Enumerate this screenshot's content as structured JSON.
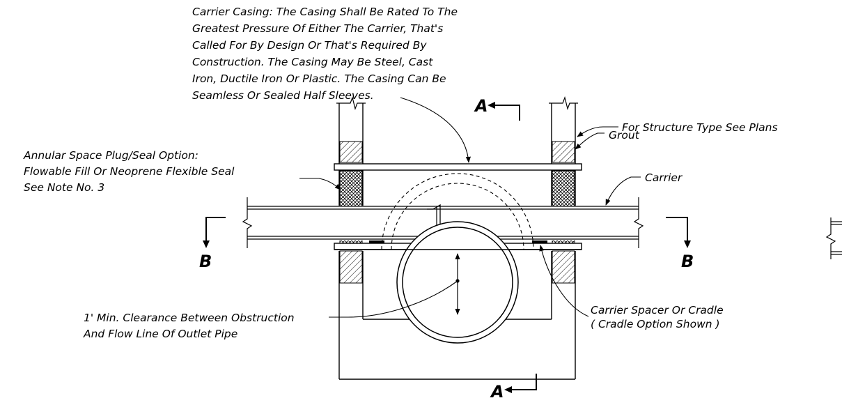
{
  "notes": {
    "carrier_casing": [
      "Carrier Casing: The Casing Shall Be Rated To The",
      "Greatest Pressure Of Either The Carrier, That's",
      "Called For By Design Or That's Required By",
      "Construction.  The Casing May Be Steel, Cast",
      "Iron, Ductile Iron Or Plastic.  The Casing Can Be",
      "Seamless Or Sealed Half Sleeves."
    ],
    "structure_type": "For Structure Type See Plans",
    "grout": "Grout",
    "carrier": "Carrier",
    "annular_space": [
      "Annular Space Plug/Seal Option:",
      "Flowable Fill Or Neoprene Flexible Seal",
      "See Note No. 3"
    ],
    "clearance": [
      "1' Min. Clearance Between Obstruction",
      "And Flow  Line Of Outlet Pipe"
    ],
    "spacer": [
      "Carrier Spacer Or Cradle",
      "( Cradle Option Shown )"
    ]
  },
  "sections": {
    "a_top": "A",
    "a_bottom": "A",
    "b_left": "B",
    "b_right": "B"
  },
  "colors": {
    "line": "#000000",
    "background": "#ffffff"
  }
}
